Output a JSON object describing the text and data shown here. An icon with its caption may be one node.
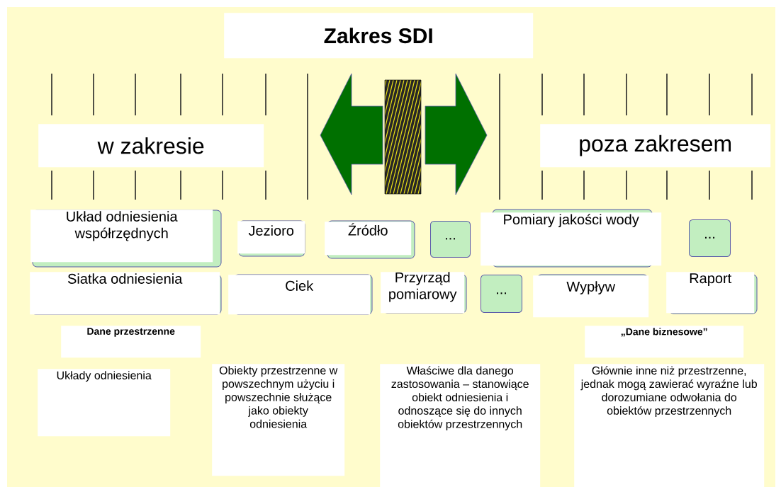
{
  "diagram": {
    "nodes": [
      {
        "text": [
          "Zakres SDI"
        ]
      },
      {
        "text": [
          "w zakresie"
        ]
      },
      {
        "text": [
          "poza zakresem"
        ]
      },
      {
        "text": [
          "Układ odniesienia współrzędnych"
        ]
      },
      {
        "text": [
          "Jezioro"
        ]
      },
      {
        "text": [
          "Źródło"
        ]
      },
      {
        "text": [
          "..."
        ]
      },
      {
        "text": [
          "Pomiary jakości wody"
        ]
      },
      {
        "text": [
          "..."
        ]
      },
      {
        "text": [
          "Siatka odniesienia"
        ]
      },
      {
        "text": [
          "Ciek"
        ]
      },
      {
        "text": [
          "Przyrząd pomiarowy"
        ]
      },
      {
        "text": [
          "..."
        ]
      },
      {
        "text": [
          "Wypływ"
        ]
      },
      {
        "text": [
          "Raport"
        ]
      },
      {
        "text": [
          "Dane przestrzenne"
        ]
      },
      {
        "text": [
          "„Dane biznesowe”"
        ]
      },
      {
        "text": [
          "Układy odniesienia"
        ]
      },
      {
        "text": [
          "Obiekty przestrzenne w powszechnym użyciu i powszechnie służące jako obiekty odniesienia"
        ]
      },
      {
        "text": [
          "Właściwe dla danego zastosowania – stanowiące obiekt odniesienia i odnoszące się do innych obiektów przestrzennych"
        ]
      },
      {
        "text": [
          "Głównie inne niż przestrzenne, jednak mogą zawierać wyraźne lub dorozumiane odwołania do obiektów przestrzennych"
        ]
      }
    ]
  }
}
